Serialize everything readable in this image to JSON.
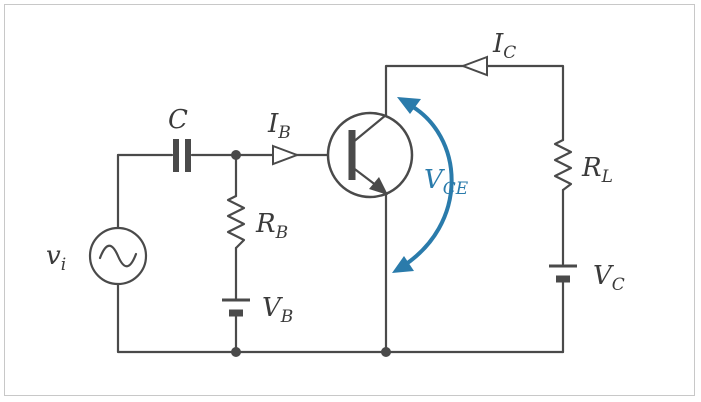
{
  "labels": {
    "capacitor": {
      "main": "C",
      "sub": ""
    },
    "base_current": {
      "main": "I",
      "sub": "B"
    },
    "collector_current": {
      "main": "I",
      "sub": "C"
    },
    "base_resistor": {
      "main": "R",
      "sub": "B"
    },
    "load_resistor": {
      "main": "R",
      "sub": "L"
    },
    "base_source": {
      "main": "V",
      "sub": "B"
    },
    "collector_source": {
      "main": "V",
      "sub": "C"
    },
    "input_source": {
      "main": "v",
      "sub": "i"
    },
    "vce": {
      "main": "V",
      "sub": "CE"
    }
  },
  "colors": {
    "wire": "#4a4a4a",
    "vce_arrow": "#2a7bab",
    "frame": "#c8c8c8"
  }
}
